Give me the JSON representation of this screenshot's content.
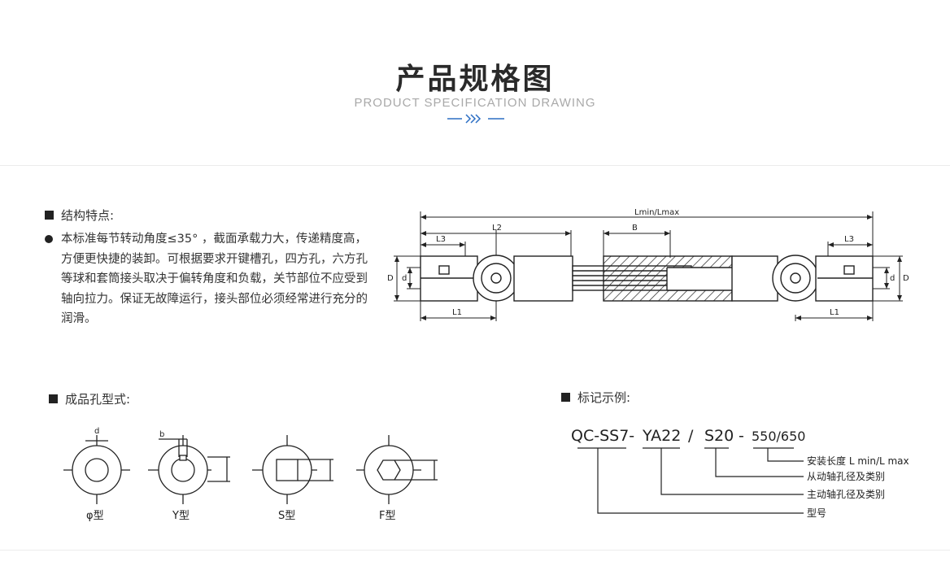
{
  "header": {
    "title": "产品规格图",
    "subtitle": "PRODUCT SPECIFICATION DRAWING"
  },
  "structure": {
    "heading": "结构特点:",
    "text": "本标准每节转动角度≤35° ，截面承载力大，传递精度高，方便更快捷的装卸。可根据要求开键槽孔，四方孔，六方孔等球和套筒接头取决于偏转角度和负载，关节部位不应受到轴向拉力。保证无故障运行，接头部位必须经常进行充分的润滑。"
  },
  "drawing": {
    "lmin_lmax": "Lmin/Lmax",
    "l2": "L2",
    "b": "B",
    "l3": "L3",
    "l1": "L1",
    "d_big": "D",
    "d_small": "d"
  },
  "holes": {
    "heading": "成品孔型式:",
    "items": [
      {
        "label": "φ型",
        "dim": "d"
      },
      {
        "label": "Y型",
        "dim": "b"
      },
      {
        "label": "S型",
        "dim": ""
      },
      {
        "label": "F型",
        "dim": ""
      }
    ]
  },
  "marking": {
    "heading": "标记示例:",
    "code1": "QC-SS7-",
    "code2": "YA22",
    "slash": "/",
    "code3": "S20",
    "dash": "-",
    "code4": "550/650",
    "legend": [
      "安装长度 L min/L max",
      "从动轴孔径及类别",
      "主动轴孔径及类别",
      "型号"
    ]
  },
  "colors": {
    "accent": "#2b6ec4",
    "line": "#222222",
    "muted": "#a9a9a9"
  }
}
